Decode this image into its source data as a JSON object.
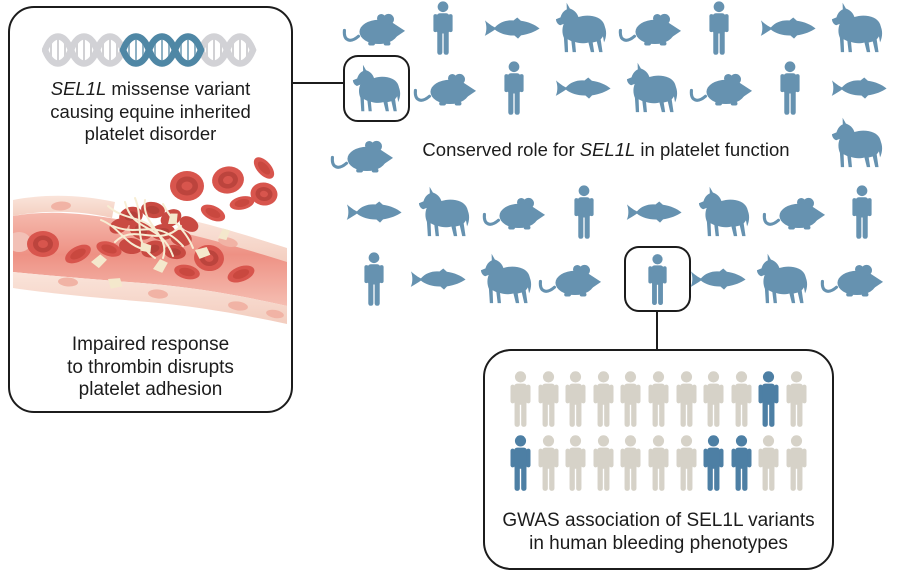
{
  "colors": {
    "animal_blue": "#6692b0",
    "person_blue": "#4d7fa4",
    "person_gray": "#d6d2c8",
    "dna_blue": "#4f87a5",
    "dna_gray": "#d2d2d6",
    "ink": "#1c1c1c",
    "rbc_red": "#d8554d",
    "vessel_pink": "#ee9184"
  },
  "left_panel": {
    "title": {
      "gene_italic": "SEL1L",
      "rest": " missense variant",
      "line2": "causing equine inherited",
      "line3": "platelet disorder"
    },
    "caption": {
      "line1": "Impaired response",
      "line2": "to thrombin disrupts",
      "line3": "platelet adhesion"
    },
    "illustrations": {
      "dna": "dna-double-helix-with-variant-region",
      "vessel": "blood-vessel-with-disrupted-platelet-plug"
    }
  },
  "conservation": {
    "text": {
      "prefix": "Conserved role for ",
      "gene_italic": "SEL1L",
      "suffix": " in platelet function"
    },
    "rows": [
      {
        "species": [
          "mouse",
          "human",
          "fish",
          "horse",
          "mouse",
          "human",
          "fish",
          "horse"
        ]
      },
      {
        "species": [
          "horse",
          "mouse",
          "human",
          "fish",
          "horse",
          "mouse",
          "human",
          "fish"
        ],
        "boxed_index": 0
      },
      {
        "species": [
          "mouse",
          "horse"
        ]
      },
      {
        "species": [
          "fish",
          "horse",
          "mouse",
          "human",
          "fish",
          "horse",
          "mouse",
          "human"
        ]
      },
      {
        "species": [
          "human",
          "fish",
          "horse",
          "mouse",
          "human",
          "fish",
          "horse",
          "mouse"
        ],
        "boxed_index": 4
      }
    ]
  },
  "gwas_panel": {
    "caption": {
      "line1": "GWAS association of SEL1L variants",
      "line2": "in human bleeding phenotypes"
    },
    "rows": [
      {
        "people": [
          "gray",
          "gray",
          "gray",
          "gray",
          "gray",
          "gray",
          "gray",
          "gray",
          "gray",
          "blue",
          "gray"
        ]
      },
      {
        "people": [
          "blue",
          "gray",
          "gray",
          "gray",
          "gray",
          "gray",
          "gray",
          "blue",
          "blue",
          "gray",
          "gray"
        ]
      }
    ]
  }
}
